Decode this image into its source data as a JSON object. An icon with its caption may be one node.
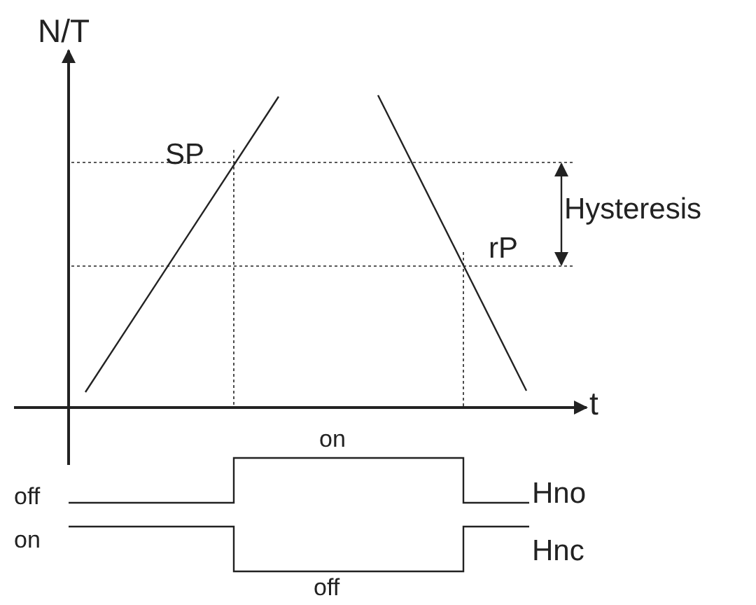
{
  "diagram": {
    "labels": [
      "N/T",
      "SP",
      "Hysteresis",
      "rP",
      "t",
      "on",
      "off",
      "Hno",
      "on",
      "Hnc",
      "off"
    ]
  }
}
